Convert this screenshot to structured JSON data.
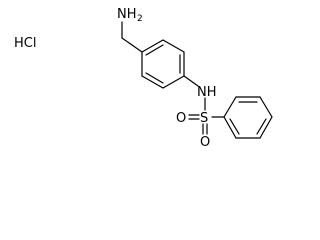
{
  "salt": {
    "label": "HCl"
  },
  "atoms": {
    "amine_n": "NH",
    "amine_h_sub": "2",
    "sulfonamide_nh": "NH",
    "sulfur": "S",
    "oxygen_left": "O",
    "oxygen_bottom": "O"
  },
  "colors": {
    "ink": "#000000",
    "background": "#ffffff"
  }
}
